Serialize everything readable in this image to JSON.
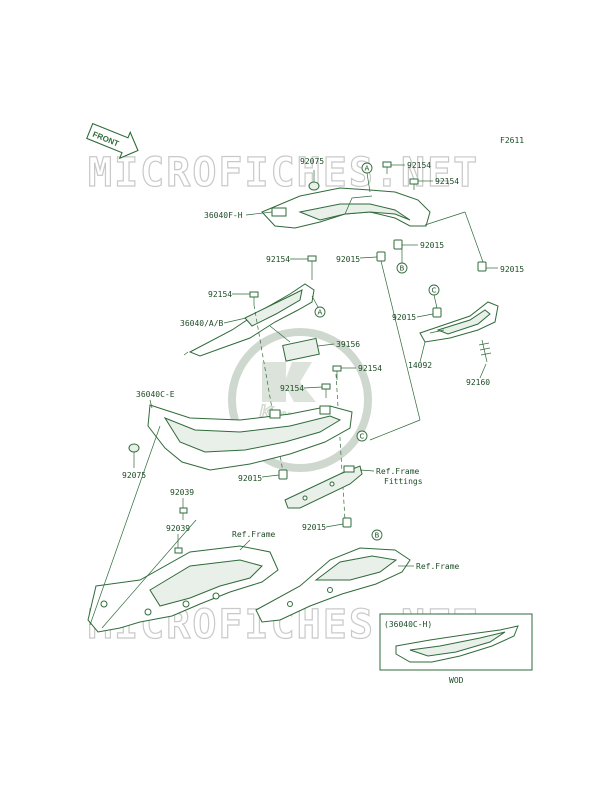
{
  "figure_code": "F2611",
  "front_marker": "FRONT",
  "watermark": "MICROFICHES.NET",
  "logo_text": "Kawasaki",
  "part_labels": {
    "p92075_top": "92075",
    "p36040f_h": "36040F-H",
    "p92154_a": "92154",
    "p92154_b": "92154",
    "p92015_a": "92015",
    "p92015_b": "92015",
    "p92015_c": "92015",
    "p92154_c": "92154",
    "p92154_d": "92154",
    "p36040_ab": "36040/A/B",
    "p39156": "39156",
    "p92015_d": "92015",
    "p14092": "14092",
    "p92160": "92160",
    "p92154_e": "92154",
    "p92154_f": "92154",
    "p36040c_e": "36040C-E",
    "p92075_bot": "92075",
    "p92015_e": "92015",
    "p92039_a": "92039",
    "p92039_b": "92039",
    "p92015_f": "92015",
    "ref_frame_fittings_1": "Ref.Frame",
    "ref_frame_fittings_2": "Fittings",
    "ref_frame_a": "Ref.Frame",
    "ref_frame_b": "Ref.Frame"
  },
  "callouts": {
    "a1": "A",
    "a2": "A",
    "b1": "B",
    "b2": "B",
    "c1": "C",
    "c2": "C"
  },
  "inset": {
    "label": "(36040C-H)",
    "caption": "WOD"
  },
  "colors": {
    "line": "#2f6b3a",
    "text": "#1d4d26",
    "watermark": "#c9c9c9"
  }
}
